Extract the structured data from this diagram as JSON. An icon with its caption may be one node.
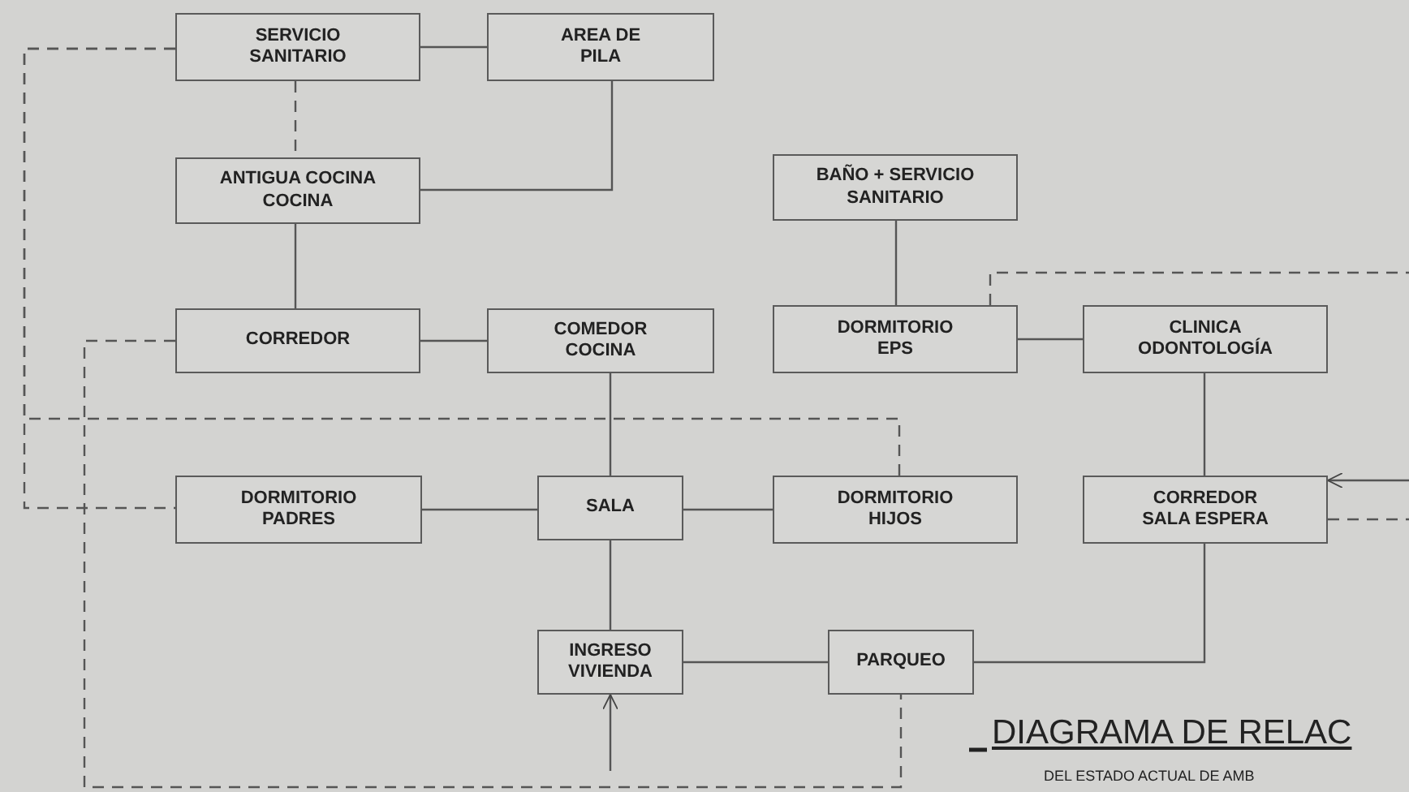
{
  "diagram": {
    "title": "DIAGRAMA DE RELAC",
    "caption": "DEL ESTADO ACTUAL DE AMB",
    "nodes": [
      {
        "text": [
          "SERVICIO SANITARIO"
        ]
      },
      {
        "text": [
          "AREA DE PILA"
        ]
      },
      {
        "text": [
          "ANTIGUA COCINA COCINA"
        ]
      },
      {
        "text": [
          "BAÑO + SERVICIO SANITARIO"
        ]
      },
      {
        "text": [
          "CORREDOR"
        ]
      },
      {
        "text": [
          "COMEDOR COCINA"
        ]
      },
      {
        "text": [
          "DORMITORIO EPS"
        ]
      },
      {
        "text": [
          "CLINICA ODONTOLOGÍA"
        ]
      },
      {
        "text": [
          "DORMITORIO PADRES"
        ]
      },
      {
        "text": [
          "SALA"
        ]
      },
      {
        "text": [
          "DORMITORIO HIJOS"
        ]
      },
      {
        "text": [
          "CORREDOR SALA ESPERA"
        ]
      },
      {
        "text": [
          "INGRESO VIVIENDA"
        ]
      },
      {
        "text": [
          "PARQUEO"
        ]
      }
    ],
    "edges": [
      {
        "from": 0,
        "to": 1,
        "arrow": "none"
      },
      {
        "from": 0,
        "to": 2,
        "arrow": "none",
        "style": "dashed"
      },
      {
        "from": 1,
        "to": 2,
        "arrow": "none"
      },
      {
        "from": 2,
        "to": 4,
        "arrow": "none"
      },
      {
        "from": 4,
        "to": 5,
        "arrow": "none"
      },
      {
        "from": 3,
        "to": 6,
        "arrow": "none"
      },
      {
        "from": 6,
        "to": 7,
        "arrow": "none"
      },
      {
        "from": 5,
        "to": 9,
        "arrow": "none"
      },
      {
        "from": 8,
        "to": 9,
        "arrow": "none"
      },
      {
        "from": 9,
        "to": 10,
        "arrow": "none"
      },
      {
        "from": 7,
        "to": 11,
        "arrow": "none"
      },
      {
        "from": 9,
        "to": 12,
        "arrow": "none"
      },
      {
        "from": 12,
        "to": 13,
        "arrow": "none"
      },
      {
        "from": 13,
        "to": 11,
        "arrow": "none"
      },
      {
        "from": null,
        "to": 12,
        "arrow": "to"
      },
      {
        "from": null,
        "to": 11,
        "arrow": "to"
      },
      {
        "from": 11,
        "to": null,
        "arrow": "none",
        "style": "dashed"
      },
      {
        "from": 6,
        "to": null,
        "arrow": "none",
        "style": "dashed"
      },
      {
        "from": 0,
        "to": 10,
        "arrow": "none",
        "style": "dashed"
      },
      {
        "from": 0,
        "to": 8,
        "arrow": "none",
        "style": "dashed"
      },
      {
        "from": 4,
        "to": 13,
        "arrow": "none",
        "style": "dashed"
      }
    ]
  }
}
